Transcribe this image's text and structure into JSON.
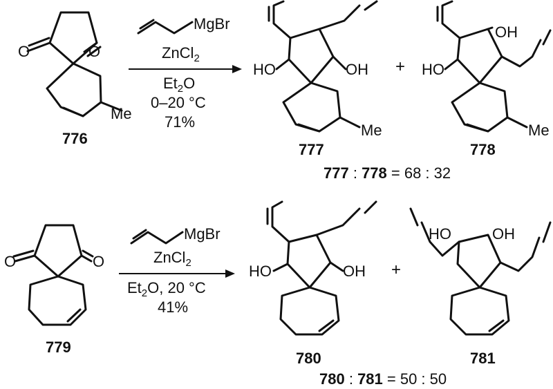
{
  "reactions": [
    {
      "starting_material": {
        "label": "776",
        "substituent": "Me"
      },
      "reagent": {
        "name": "MgBr",
        "additive": "ZnCl",
        "additive_sub": "2"
      },
      "conditions": {
        "solvent": "Et",
        "solvent_sub": "2",
        "solvent_tail": "O",
        "temperature": "0–20 °C",
        "yield": "71%"
      },
      "products": [
        {
          "label": "777",
          "oh_left": "HO",
          "oh_right": "OH",
          "substituent": "Me"
        },
        {
          "label": "778",
          "oh_left": "HO",
          "oh_right": "OH",
          "substituent": "Me"
        }
      ],
      "ratio": {
        "a": "777",
        "sep1": " : ",
        "b": "778",
        "rest": " = 68 : 32"
      }
    },
    {
      "starting_material": {
        "label": "779"
      },
      "reagent": {
        "name": "MgBr",
        "additive": "ZnCl",
        "additive_sub": "2"
      },
      "conditions": {
        "solvent": "Et",
        "solvent_sub": "2",
        "solvent_tail": "O, 20 °C",
        "yield": "41%"
      },
      "products": [
        {
          "label": "780",
          "oh_left": "HO",
          "oh_right": "OH"
        },
        {
          "label": "781",
          "oh_left": "HO",
          "oh_right": "OH"
        }
      ],
      "ratio": {
        "a": "780",
        "sep1": " : ",
        "b": "781",
        "rest": " = 50 : 50"
      }
    }
  ],
  "atoms": {
    "oxygen": "O"
  },
  "plus": "+"
}
